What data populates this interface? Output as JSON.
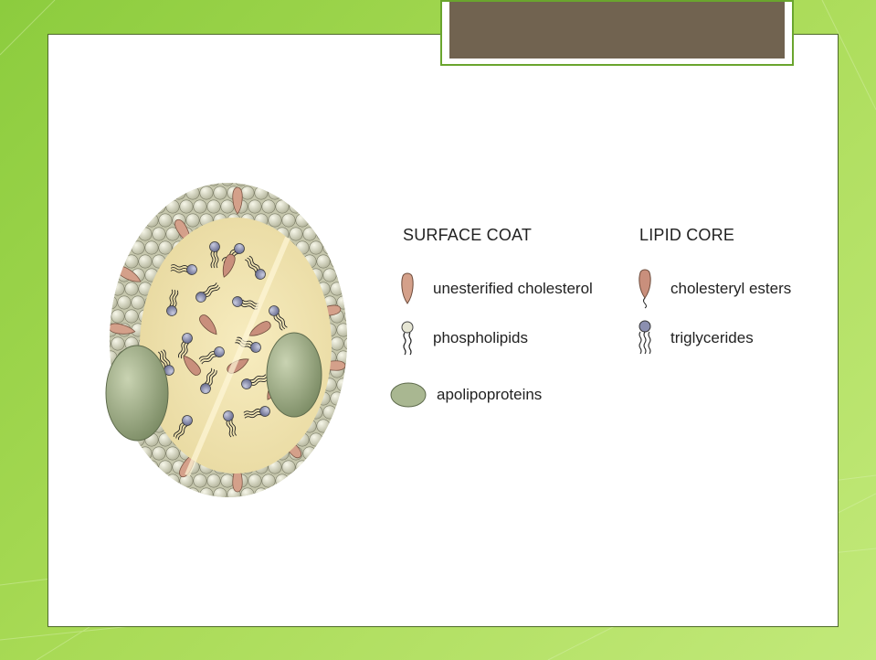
{
  "slide": {
    "title": ""
  },
  "legend": {
    "surface_coat": {
      "heading": "SURFACE COAT",
      "items": [
        {
          "label": "unesterified cholesterol",
          "icon": "cholesterol-drop-icon"
        },
        {
          "label": "phospholipids",
          "icon": "phospholipid-icon"
        },
        {
          "label": "apolipoproteins",
          "icon": "apolipoprotein-ellipse-icon"
        }
      ]
    },
    "lipid_core": {
      "heading": "LIPID CORE",
      "items": [
        {
          "label": "cholesteryl esters",
          "icon": "cholesteryl-ester-icon"
        },
        {
          "label": "triglycerides",
          "icon": "triglyceride-icon"
        }
      ]
    }
  },
  "colors": {
    "background_green": "#a8da55",
    "title_bar": "#716350",
    "cholesterol": "#d4a08a",
    "phospholipid_head": "#e6e6d4",
    "apolipoprotein": "#a9b791",
    "core_head": "#8b8fb0",
    "core_fill": "#f3e7b4"
  }
}
